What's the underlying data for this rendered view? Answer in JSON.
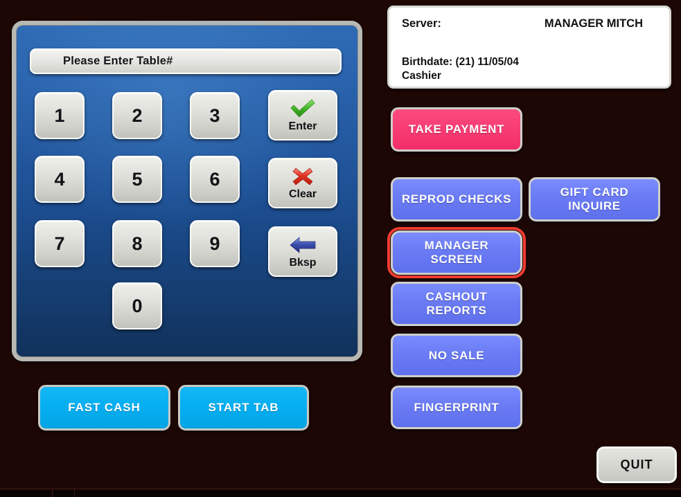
{
  "app": {
    "title": "Restaurant POS Terminal",
    "background_color": "#1d0705"
  },
  "info_box": {
    "server_label": "Server:",
    "server_name": "MANAGER MITCH",
    "birthdate_line": "Birthdate: (21) 11/05/04",
    "role_line": "Cashier"
  },
  "keypad": {
    "display_text": "Please Enter Table#",
    "keys": [
      {
        "label": "1"
      },
      {
        "label": "2"
      },
      {
        "label": "3"
      },
      {
        "label": "4"
      },
      {
        "label": "5"
      },
      {
        "label": "6"
      },
      {
        "label": "7"
      },
      {
        "label": "8"
      },
      {
        "label": "9"
      },
      {
        "label": "0"
      }
    ],
    "actions": [
      {
        "label": "Enter",
        "icon": "green-check-icon"
      },
      {
        "label": "Clear",
        "icon": "red-x-icon"
      },
      {
        "label": "Bksp",
        "icon": "blue-left-arrow-icon"
      }
    ]
  },
  "bottom_actions": [
    {
      "label": "FAST CASH",
      "color": "#05aff2"
    },
    {
      "label": "START TAB",
      "color": "#05aff2"
    }
  ],
  "side_panel": {
    "take_payment": {
      "label": "TAKE  PAYMENT",
      "color": "#f73c73"
    },
    "buttons": [
      {
        "label": "REPROD CHECKS",
        "color": "#6a7bf4",
        "highlighted": false
      },
      {
        "label": "GIFT CARD INQUIRE",
        "line1": "GIFT CARD",
        "line2": "INQUIRE",
        "color": "#6a7bf4",
        "highlighted": false
      },
      {
        "label": "MANAGER SCREEN",
        "line1": "MANAGER",
        "line2": "SCREEN",
        "color": "#6a7bf4",
        "highlighted": true,
        "highlight_color": "#f23b30"
      },
      {
        "label": "CASHOUT REPORTS",
        "line1": "CASHOUT",
        "line2": "REPORTS",
        "color": "#6a7bf4",
        "highlighted": false
      },
      {
        "label": "NO SALE",
        "color": "#6a7bf4",
        "highlighted": false
      },
      {
        "label": "FINGERPRINT",
        "color": "#6a7bf4",
        "highlighted": false
      }
    ]
  },
  "quit": {
    "label": "QUIT"
  }
}
